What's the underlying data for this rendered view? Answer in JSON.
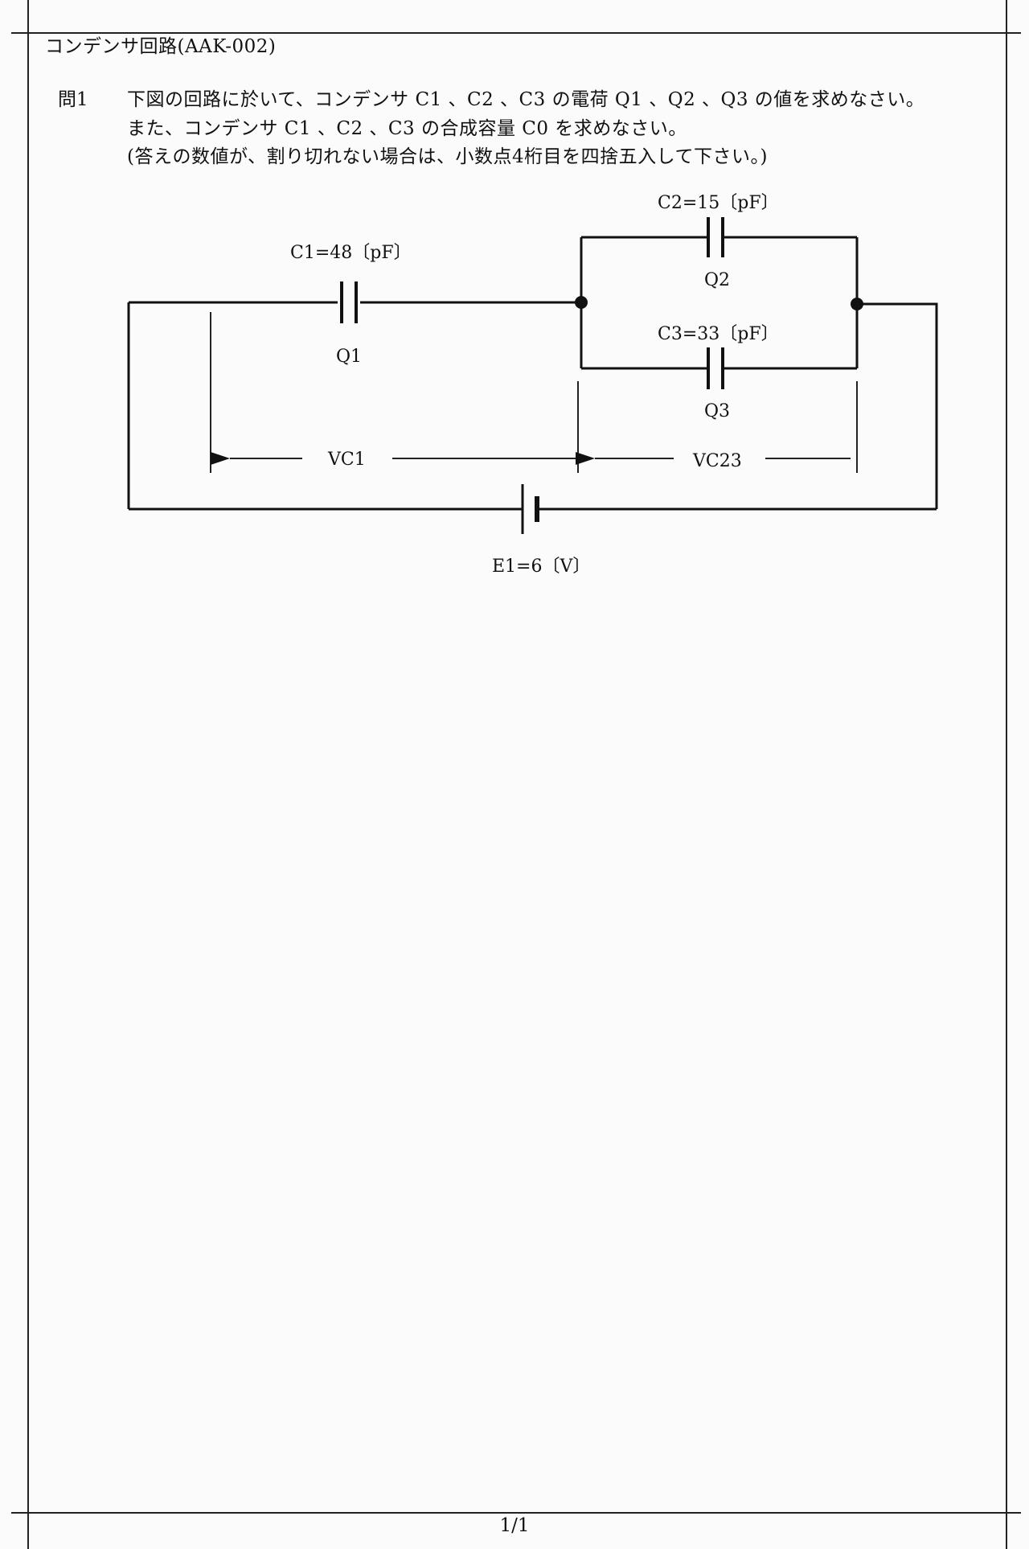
{
  "document": {
    "title": "コンデンサ回路(AAK-002)",
    "question_number": "問1",
    "question_lines": [
      "下図の回路に於いて、コンデンサ C1 、C2 、C3 の電荷 Q1 、Q2 、Q3 の値を求めなさい。",
      "また、コンデンサ C1 、C2 、C3 の合成容量 C0 を求めなさい。",
      "(答えの数値が、割り切れない場合は、小数点4桁目を四捨五入して下さい。)"
    ],
    "page_indicator": "1/1"
  },
  "circuit": {
    "c1_label": "C1=48〔pF〕",
    "c2_label": "C2=15〔pF〕",
    "c3_label": "C3=33〔pF〕",
    "q1_label": "Q1",
    "q2_label": "Q2",
    "q3_label": "Q3",
    "vc1_label": "VC1",
    "vc23_label": "VC23",
    "e1_label": "E1=6〔V〕"
  }
}
